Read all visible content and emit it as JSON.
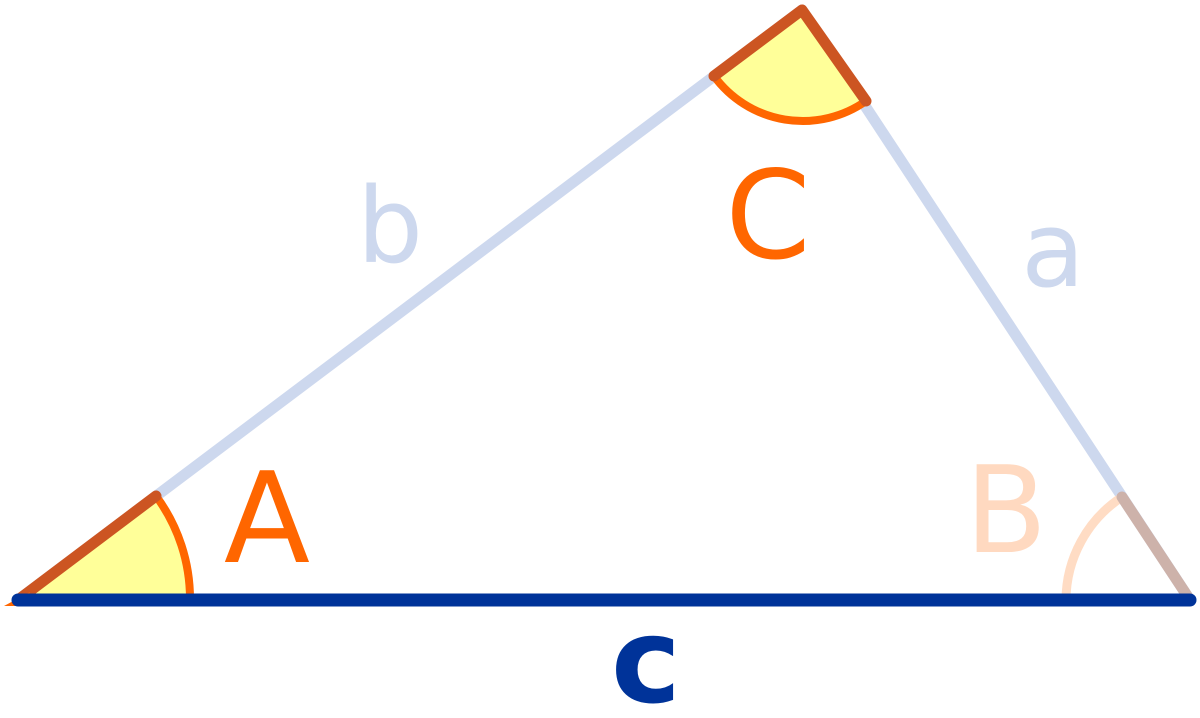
{
  "labels": {
    "vertex_A": "A",
    "vertex_B": "B",
    "vertex_C": "C",
    "side_a": "a",
    "side_b": "b",
    "side_c": "c"
  },
  "colors": {
    "background": "#ffffff",
    "side_faded": "#cdd8ee",
    "side_highlight": "#003399",
    "angle_fill": "#ffff99",
    "angle_stroke": "#ff6600",
    "angle_edge": "#cc5522",
    "angle_faded": "#ffdcc4",
    "label_orange": "#ff6600",
    "label_faded_orange": "#ffd9c0",
    "label_faded_blue": "#cdd8ee",
    "label_blue": "#003399"
  }
}
